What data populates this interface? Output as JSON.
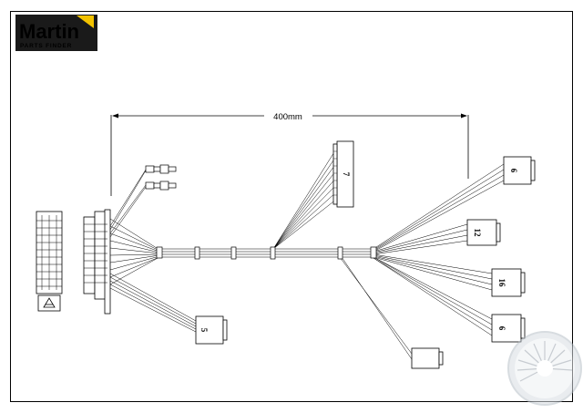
{
  "logo": {
    "brand": "Martin",
    "tagline": "PARTS FINDER",
    "bg_color": "#1a1a1a",
    "text_color": "#ffffff",
    "accent_color": "#f2c200"
  },
  "diagram": {
    "dimension_label": "400mm",
    "connector_labels": {
      "top_middle": "7",
      "right_1": "6",
      "right_2": "12",
      "right_3": "16",
      "right_4": "6",
      "lower_left": "5"
    }
  },
  "watermark": {
    "icon": "sunburst-disc-icon"
  }
}
